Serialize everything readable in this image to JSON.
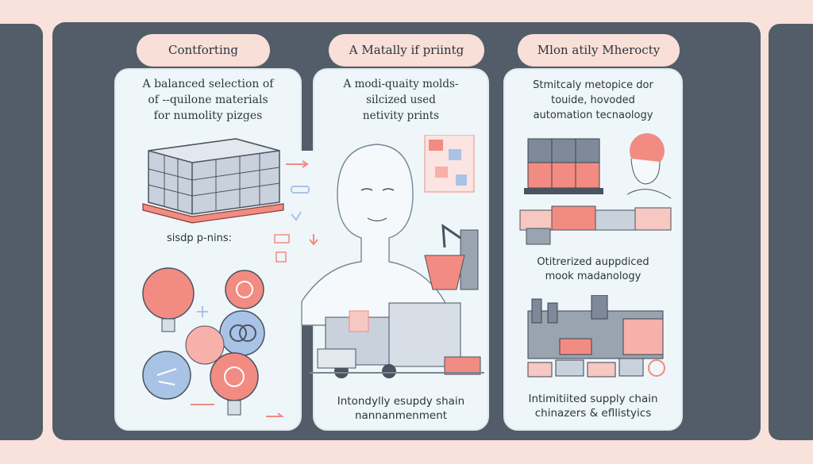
{
  "panels": [
    {
      "header": "Contforting",
      "intro": [
        "A balanced selection of",
        "of --quilone materials",
        "for numolity pizges"
      ],
      "mid_label": "sisdp p-nins:",
      "icons": [
        "cement-bags-pallet",
        "lightbulb-icon",
        "lightbulb-icon",
        "lightbulb-icon",
        "lightbulb-icon"
      ]
    },
    {
      "header": "A Matally if priintg",
      "intro": [
        "A modi-quaity molds-",
        "silcized used",
        "netivity prints"
      ],
      "caption": [
        "Intondylly esupdy shain",
        "nannanmenment"
      ]
    },
    {
      "header": "Mlon atily Mherocty",
      "intro": [
        "Stmitcaly metopice dor",
        "touide, hovoded",
        "automation   tecnaology"
      ],
      "mid_label": [
        "Otitrerized auppdiced",
        "mook madanology"
      ],
      "caption": [
        "Intimitiited supply chain",
        "chinazers & efllistyics"
      ]
    }
  ],
  "colors": {
    "board": "#525d69",
    "background": "#f9e2dc",
    "card": "#eef6f9",
    "accent_red": "#f28b82",
    "accent_blue": "#a9c3e6"
  }
}
